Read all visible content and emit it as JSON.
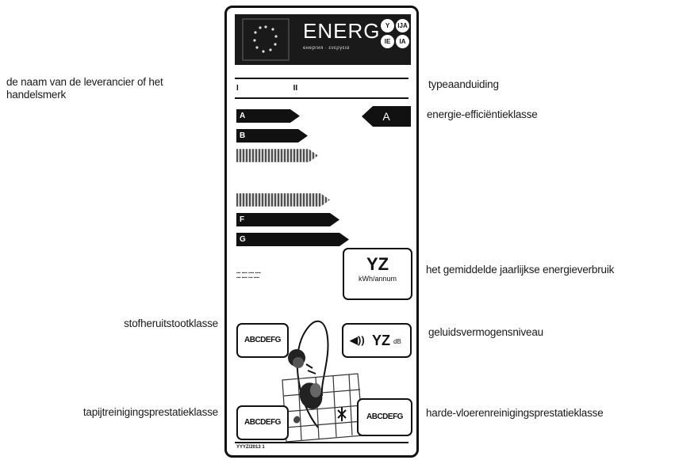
{
  "label": {
    "header": {
      "word": "ENERG",
      "subtitle": "енергия · ενεργεια",
      "lang_badges": [
        "Y",
        "IJA",
        "IE",
        "IA"
      ]
    },
    "supplier_name": "I",
    "model_id": "II",
    "class_bars": [
      {
        "letter": "A",
        "smudged": false
      },
      {
        "letter": "B",
        "smudged": false
      },
      {
        "letter": "",
        "smudged": true
      },
      {
        "letter": "",
        "smudged": true
      },
      {
        "letter": "F",
        "smudged": false
      },
      {
        "letter": "G",
        "smudged": false
      }
    ],
    "class_indicator": "A",
    "consumption": {
      "value": "YZ",
      "unit": "kWh/annum"
    },
    "dust_class": "ABCDEFG",
    "noise": {
      "value": "YZ",
      "unit": "dB"
    },
    "carpet_class": "ABCDEFG",
    "hardfloor_class": "ABCDEFG",
    "regulation": "YYYZ/2013 1",
    "colors": {
      "ink": "#111111",
      "background": "#ffffff"
    }
  },
  "callouts": {
    "supplier": "de naam van de leverancier of het handelsmerk",
    "model": "typeaanduiding",
    "efficiency_class": "energie-efficiëntieklasse",
    "annual_consumption": "het gemiddelde jaarlijkse energieverbruik",
    "dust_reemission": "stofheruitstootklasse",
    "noise_level": "geluidsvermogensniveau",
    "carpet_cleaning": "tapijtreinigingsprestatieklasse",
    "hardfloor_cleaning": "harde-vloerenreinigingsprestatieklasse"
  }
}
